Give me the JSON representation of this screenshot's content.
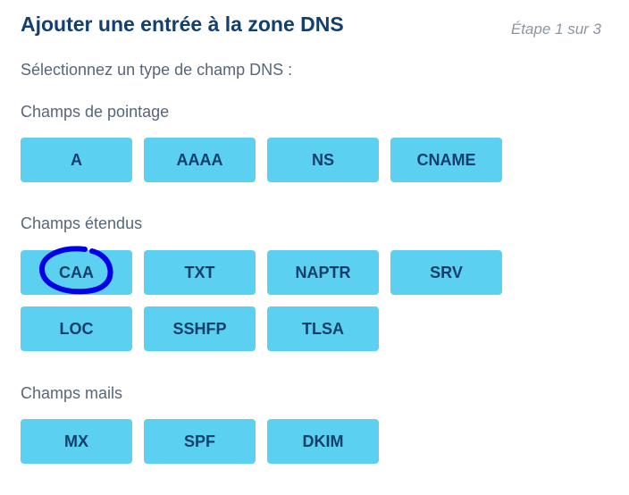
{
  "header": {
    "title": "Ajouter une entrée à la zone DNS",
    "step": "Étape 1 sur 3"
  },
  "prompt": "Sélectionnez un type de champ DNS :",
  "sections": [
    {
      "label": "Champs de pointage",
      "buttons": [
        "A",
        "AAAA",
        "NS",
        "CNAME"
      ]
    },
    {
      "label": "Champs étendus",
      "buttons": [
        "CAA",
        "TXT",
        "NAPTR",
        "SRV",
        "LOC",
        "SSHFP",
        "TLSA"
      ]
    },
    {
      "label": "Champs mails",
      "buttons": [
        "MX",
        "SPF",
        "DKIM"
      ]
    }
  ],
  "annotation": {
    "circled": "CAA",
    "color": "#0000e6"
  }
}
